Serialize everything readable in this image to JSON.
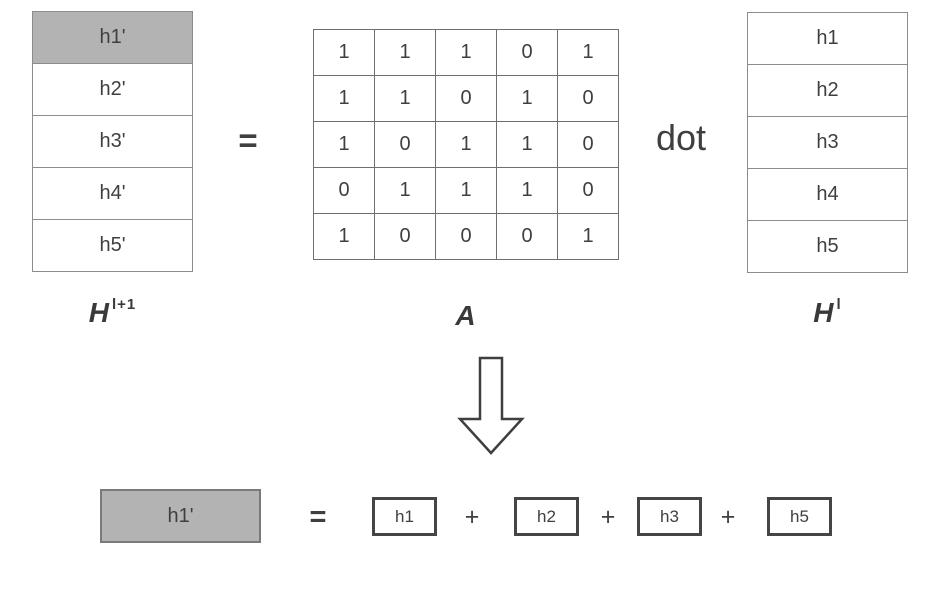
{
  "colors": {
    "background": "#ffffff",
    "highlight_gray": "#b3b3b3",
    "grid_border": "#6f6f6f",
    "vector_border": "#8c8c8c",
    "dark_border": "#454545",
    "text": "#3f3f3f"
  },
  "top": {
    "h_next_vector": {
      "rows": [
        "h1'",
        "h2'",
        "h3'",
        "h4'",
        "h5'"
      ],
      "highlighted_row": "h1'",
      "label_base": "H",
      "label_sup": "l+1"
    },
    "equals": "=",
    "matrix": {
      "label_base": "A",
      "rows": [
        [
          1,
          1,
          1,
          0,
          1
        ],
        [
          1,
          1,
          0,
          1,
          0
        ],
        [
          1,
          0,
          1,
          1,
          0
        ],
        [
          0,
          1,
          1,
          1,
          0
        ],
        [
          1,
          0,
          0,
          0,
          1
        ]
      ]
    },
    "dot_operator": "dot",
    "h_prev_vector": {
      "rows": [
        "h1",
        "h2",
        "h3",
        "h4",
        "h5"
      ],
      "label_base": "H",
      "label_sup": "l"
    }
  },
  "bottom": {
    "result": "h1'",
    "equals": "=",
    "terms": [
      "h1",
      "h2",
      "h3",
      "h5"
    ],
    "plus": "+"
  }
}
